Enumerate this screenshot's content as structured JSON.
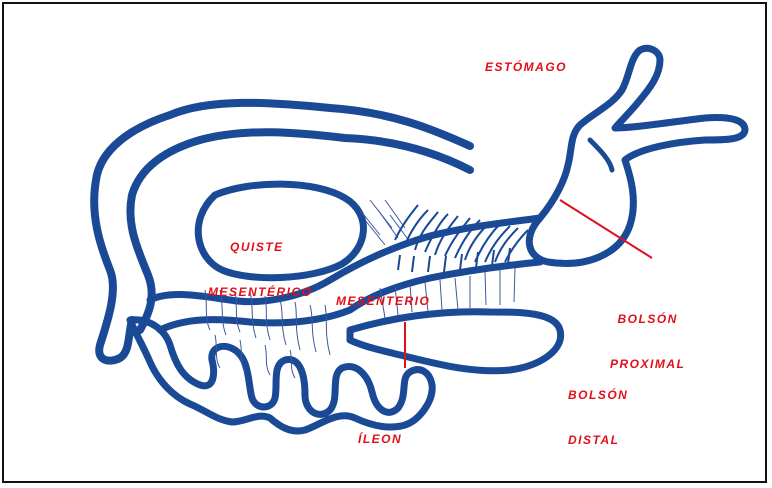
{
  "labels": {
    "stomach": "ESTÓMAGO",
    "cyst": [
      "QUISTE",
      "MESENTÉRICO"
    ],
    "mesentery": "MESENTERIO",
    "proximal_pouch": [
      "BOLSÓN",
      "PROXIMAL"
    ],
    "distal_pouch": [
      "BOLSÓN",
      "DISTAL"
    ],
    "ileum": "ÍLEON"
  },
  "colors": {
    "bowel_outline": "#1a4a96",
    "label_text": "#e0101a",
    "mesentery_lines": "#3a5a9a",
    "frame": "#111111"
  }
}
